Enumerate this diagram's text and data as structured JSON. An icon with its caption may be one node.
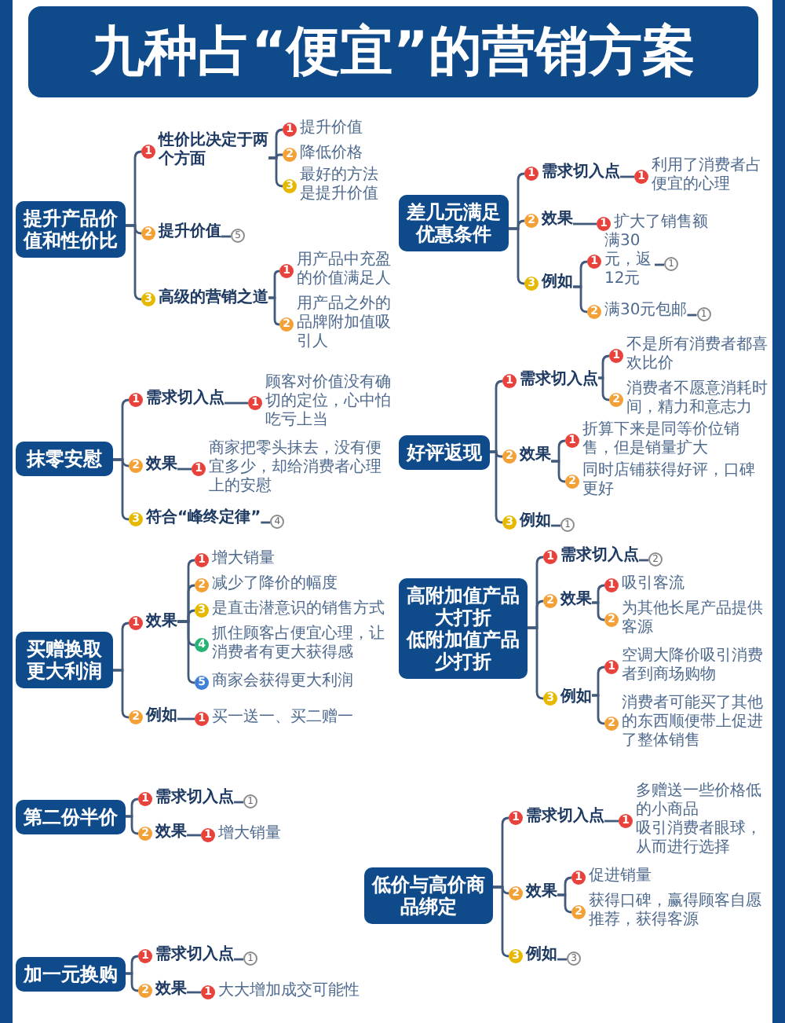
{
  "diagram": {
    "title": "九种占“便宜”的营销方案",
    "nodes": [
      {
        "text": [
          "提升产品价值和性价比"
        ]
      },
      {
        "text": [
          "1",
          "性价比决定于两个方面"
        ]
      },
      {
        "text": [
          "1",
          "提升价值"
        ]
      },
      {
        "text": [
          "2",
          "降低价格"
        ]
      },
      {
        "text": [
          "3",
          "最好的方法是提升价值"
        ]
      },
      {
        "text": [
          "2",
          "提升价值"
        ]
      },
      {
        "text": [
          "5"
        ]
      },
      {
        "text": [
          "3",
          "高级的营销之道"
        ]
      },
      {
        "text": [
          "1",
          "用产品中充盈的价值满足人"
        ]
      },
      {
        "text": [
          "2",
          "用产品之外的品牌附加值吸引人"
        ]
      },
      {
        "text": [
          "差几元满足优惠条件"
        ]
      },
      {
        "text": [
          "1",
          "需求切入点"
        ]
      },
      {
        "text": [
          "1",
          "利用了消费者占便宜的心理"
        ]
      },
      {
        "text": [
          "2",
          "效果"
        ]
      },
      {
        "text": [
          "1",
          "扩大了销售额"
        ]
      },
      {
        "text": [
          "3",
          "例如"
        ]
      },
      {
        "text": [
          "1",
          "满30元，返12元"
        ]
      },
      {
        "text": [
          "1"
        ]
      },
      {
        "text": [
          "2",
          "满30元包邮"
        ]
      },
      {
        "text": [
          "1"
        ]
      },
      {
        "text": [
          "抹零安慰"
        ]
      },
      {
        "text": [
          "1",
          "需求切入点"
        ]
      },
      {
        "text": [
          "1",
          "顾客对价值没有确切的定位，心中怕吃亏上当"
        ]
      },
      {
        "text": [
          "2",
          "效果"
        ]
      },
      {
        "text": [
          "1",
          "商家把零头抹去，没有便宜多少，却给消费者心理上的安慰"
        ]
      },
      {
        "text": [
          "3",
          "符合“峰终定律”"
        ]
      },
      {
        "text": [
          "4"
        ]
      },
      {
        "text": [
          "好评返现"
        ]
      },
      {
        "text": [
          "1",
          "需求切入点"
        ]
      },
      {
        "text": [
          "1",
          "不是所有消费者都喜欢比价"
        ]
      },
      {
        "text": [
          "2",
          "消费者不愿意消耗时间，精力和意志力"
        ]
      },
      {
        "text": [
          "2",
          "效果"
        ]
      },
      {
        "text": [
          "1",
          "折算下来是同等价位销售，但是销量扩大"
        ]
      },
      {
        "text": [
          "2",
          "同时店铺获得好评，口碑更好"
        ]
      },
      {
        "text": [
          "3",
          "例如"
        ]
      },
      {
        "text": [
          "1"
        ]
      },
      {
        "text": [
          "买赠换取更大利润"
        ]
      },
      {
        "text": [
          "1",
          "效果"
        ]
      },
      {
        "text": [
          "1",
          "增大销量"
        ]
      },
      {
        "text": [
          "2",
          "减少了降价的幅度"
        ]
      },
      {
        "text": [
          "3",
          "是直击潜意识的销售方式"
        ]
      },
      {
        "text": [
          "4",
          "抓住顾客占便宜心理，让消费者有更大获得感"
        ]
      },
      {
        "text": [
          "5",
          "商家会获得更大利润"
        ]
      },
      {
        "text": [
          "2",
          "例如"
        ]
      },
      {
        "text": [
          "1",
          "买一送一、买二赠一"
        ]
      },
      {
        "text": [
          "高附加值产品大打折",
          "低附加值产品少打折"
        ]
      },
      {
        "text": [
          "1",
          "需求切入点"
        ]
      },
      {
        "text": [
          "2"
        ]
      },
      {
        "text": [
          "2",
          "效果"
        ]
      },
      {
        "text": [
          "1",
          "吸引客流"
        ]
      },
      {
        "text": [
          "2",
          "为其他长尾产品提供客源"
        ]
      },
      {
        "text": [
          "3",
          "例如"
        ]
      },
      {
        "text": [
          "1",
          "空调大降价吸引消费者到商场购物"
        ]
      },
      {
        "text": [
          "2",
          "消费者可能买了其他的东西顺便带上促进了整体销售"
        ]
      },
      {
        "text": [
          "第二份半价"
        ]
      },
      {
        "text": [
          "1",
          "需求切入点"
        ]
      },
      {
        "text": [
          "1"
        ]
      },
      {
        "text": [
          "2",
          "效果"
        ]
      },
      {
        "text": [
          "1",
          "增大销量"
        ]
      },
      {
        "text": [
          "低价与高价商品绑定"
        ]
      },
      {
        "text": [
          "1",
          "需求切入点"
        ]
      },
      {
        "text": [
          "1",
          "多赠送一些价格低的小商品",
          "吸引消费者眼球，从而进行选择"
        ]
      },
      {
        "text": [
          "2",
          "效果"
        ]
      },
      {
        "text": [
          "1",
          "促进销量"
        ]
      },
      {
        "text": [
          "2",
          "获得口碑，赢得顾客自愿推荐，获得客源"
        ]
      },
      {
        "text": [
          "3",
          "例如"
        ]
      },
      {
        "text": [
          "3"
        ]
      },
      {
        "text": [
          "加一元换购"
        ]
      },
      {
        "text": [
          "1",
          "需求切入点"
        ]
      },
      {
        "text": [
          "1"
        ]
      },
      {
        "text": [
          "2",
          "效果"
        ]
      },
      {
        "text": [
          "1",
          "大大增加成交可能性"
        ]
      }
    ],
    "edges": [
      {
        "from": 0,
        "to": 1,
        "arrow": "none"
      },
      {
        "from": 1,
        "to": 2,
        "arrow": "none"
      },
      {
        "from": 1,
        "to": 3,
        "arrow": "none"
      },
      {
        "from": 1,
        "to": 4,
        "arrow": "none"
      },
      {
        "from": 0,
        "to": 5,
        "arrow": "none"
      },
      {
        "from": 5,
        "to": 6,
        "arrow": "none"
      },
      {
        "from": 0,
        "to": 7,
        "arrow": "none"
      },
      {
        "from": 7,
        "to": 8,
        "arrow": "none"
      },
      {
        "from": 7,
        "to": 9,
        "arrow": "none"
      },
      {
        "from": 10,
        "to": 11,
        "arrow": "none"
      },
      {
        "from": 11,
        "to": 12,
        "arrow": "none"
      },
      {
        "from": 10,
        "to": 13,
        "arrow": "none"
      },
      {
        "from": 13,
        "to": 14,
        "arrow": "none"
      },
      {
        "from": 10,
        "to": 15,
        "arrow": "none"
      },
      {
        "from": 15,
        "to": 16,
        "arrow": "none"
      },
      {
        "from": 16,
        "to": 17,
        "arrow": "none"
      },
      {
        "from": 15,
        "to": 18,
        "arrow": "none"
      },
      {
        "from": 18,
        "to": 19,
        "arrow": "none"
      },
      {
        "from": 20,
        "to": 21,
        "arrow": "none"
      },
      {
        "from": 21,
        "to": 22,
        "arrow": "none"
      },
      {
        "from": 20,
        "to": 23,
        "arrow": "none"
      },
      {
        "from": 23,
        "to": 24,
        "arrow": "none"
      },
      {
        "from": 20,
        "to": 25,
        "arrow": "none"
      },
      {
        "from": 25,
        "to": 26,
        "arrow": "none"
      },
      {
        "from": 27,
        "to": 28,
        "arrow": "none"
      },
      {
        "from": 28,
        "to": 29,
        "arrow": "none"
      },
      {
        "from": 28,
        "to": 30,
        "arrow": "none"
      },
      {
        "from": 27,
        "to": 31,
        "arrow": "none"
      },
      {
        "from": 31,
        "to": 32,
        "arrow": "none"
      },
      {
        "from": 31,
        "to": 33,
        "arrow": "none"
      },
      {
        "from": 27,
        "to": 34,
        "arrow": "none"
      },
      {
        "from": 34,
        "to": 35,
        "arrow": "none"
      },
      {
        "from": 36,
        "to": 37,
        "arrow": "none"
      },
      {
        "from": 37,
        "to": 38,
        "arrow": "none"
      },
      {
        "from": 37,
        "to": 39,
        "arrow": "none"
      },
      {
        "from": 37,
        "to": 40,
        "arrow": "none"
      },
      {
        "from": 37,
        "to": 41,
        "arrow": "none"
      },
      {
        "from": 37,
        "to": 42,
        "arrow": "none"
      },
      {
        "from": 36,
        "to": 43,
        "arrow": "none"
      },
      {
        "from": 43,
        "to": 44,
        "arrow": "none"
      },
      {
        "from": 45,
        "to": 46,
        "arrow": "none"
      },
      {
        "from": 46,
        "to": 47,
        "arrow": "none"
      },
      {
        "from": 45,
        "to": 48,
        "arrow": "none"
      },
      {
        "from": 48,
        "to": 49,
        "arrow": "none"
      },
      {
        "from": 48,
        "to": 50,
        "arrow": "none"
      },
      {
        "from": 45,
        "to": 51,
        "arrow": "none"
      },
      {
        "from": 51,
        "to": 52,
        "arrow": "none"
      },
      {
        "from": 51,
        "to": 53,
        "arrow": "none"
      },
      {
        "from": 54,
        "to": 55,
        "arrow": "none"
      },
      {
        "from": 55,
        "to": 56,
        "arrow": "none"
      },
      {
        "from": 54,
        "to": 57,
        "arrow": "none"
      },
      {
        "from": 57,
        "to": 58,
        "arrow": "none"
      },
      {
        "from": 59,
        "to": 60,
        "arrow": "none"
      },
      {
        "from": 60,
        "to": 61,
        "arrow": "none"
      },
      {
        "from": 59,
        "to": 62,
        "arrow": "none"
      },
      {
        "from": 62,
        "to": 63,
        "arrow": "none"
      },
      {
        "from": 62,
        "to": 64,
        "arrow": "none"
      },
      {
        "from": 59,
        "to": 65,
        "arrow": "none"
      },
      {
        "from": 65,
        "to": 66,
        "arrow": "none"
      },
      {
        "from": 67,
        "to": 68,
        "arrow": "none"
      },
      {
        "from": 68,
        "to": 69,
        "arrow": "none"
      },
      {
        "from": 67,
        "to": 70,
        "arrow": "none"
      },
      {
        "from": 70,
        "to": 71,
        "arrow": "none"
      }
    ]
  }
}
